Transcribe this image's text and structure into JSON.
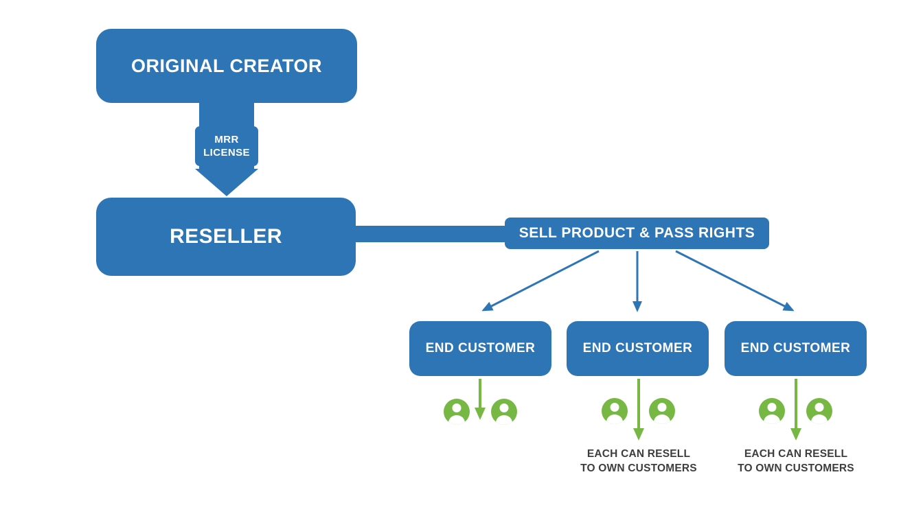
{
  "nodes": {
    "original_creator": {
      "label": "ORIGINAL CREATOR"
    },
    "mrr_license": {
      "line1": "MRR",
      "line2": "LICENSE"
    },
    "reseller": {
      "label": "RESELLER"
    },
    "sell_product": {
      "label": "SELL PRODUCT & PASS RIGHTS"
    },
    "end_customers": [
      {
        "label": "END CUSTOMER"
      },
      {
        "label": "END CUSTOMER"
      },
      {
        "label": "END CUSTOMER"
      }
    ],
    "notes": [
      {
        "line1": "EACH CAN RESELL",
        "line2": "TO OWN CUSTOMERS"
      },
      {
        "line1": "EACH CAN RESELL",
        "line2": "TO OWN CUSTOMERS"
      }
    ]
  },
  "icons": {
    "person": "person-icon"
  },
  "colors": {
    "primary_blue": "#2e75b6",
    "accent_green": "#76b843",
    "note_text": "#3d3d3d",
    "box_text": "#ffffff",
    "background": "#ffffff"
  }
}
